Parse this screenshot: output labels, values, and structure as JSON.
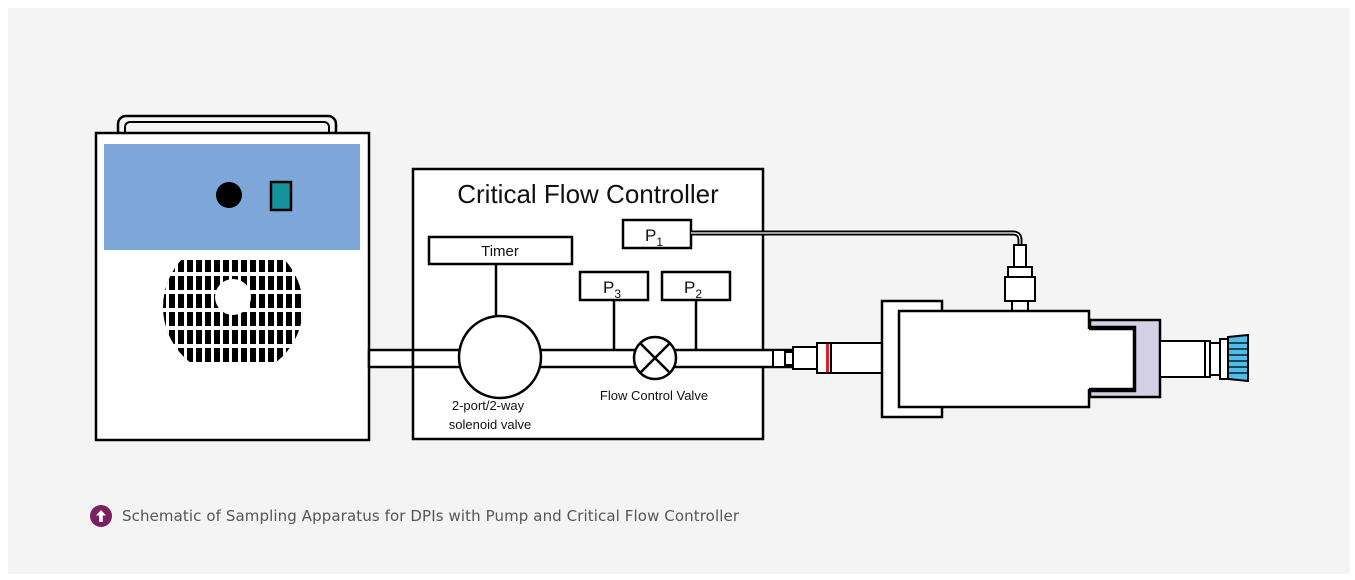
{
  "diagram": {
    "controller_title": "Critical Flow Controller",
    "timer_label": "Timer",
    "gauge_p1": "P",
    "gauge_p1_sub": "1",
    "gauge_p2": "P",
    "gauge_p2_sub": "2",
    "gauge_p3": "P",
    "gauge_p3_sub": "3",
    "solenoid_label_1": "2-port/2-way",
    "solenoid_label_2": "solenoid valve",
    "flow_valve_label": "Flow Control Valve"
  },
  "caption": {
    "text": "Schematic of Sampling Apparatus for DPIs with Pump and Critical Flow Controller"
  },
  "colors": {
    "pump_panel": "#7da7d9",
    "pump_button": "#15929a",
    "inhaler_cap": "#d4d0e6",
    "inhaler_knob": "#4fbde9",
    "marker_red": "#e02020",
    "caption_icon": "#7b1f5e"
  }
}
